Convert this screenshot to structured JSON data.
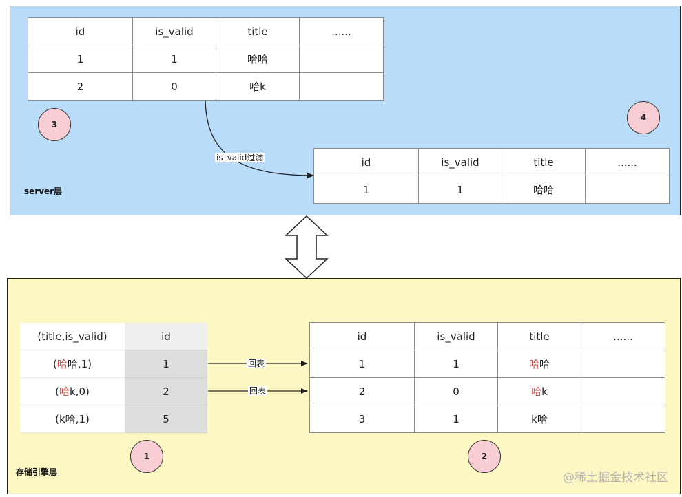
{
  "server_layer": {
    "label": "server层",
    "badge_top_left": "3",
    "badge_right": "4",
    "table_before": {
      "headers": [
        "id",
        "is_valid",
        "title",
        "......"
      ],
      "rows": [
        [
          "1",
          "1",
          "哈哈",
          ""
        ],
        [
          "2",
          "0",
          "哈k",
          ""
        ]
      ]
    },
    "filter_label": "is_valid过滤",
    "table_after": {
      "headers": [
        "id",
        "is_valid",
        "title",
        "......"
      ],
      "rows": [
        [
          "1",
          "1",
          "哈哈",
          ""
        ]
      ]
    }
  },
  "engine_layer": {
    "label": "存储引擎层",
    "badge_index": "1",
    "badge_table": "2",
    "index_table": {
      "headers": [
        "(title,is_valid)",
        "id"
      ],
      "rows": [
        {
          "pre": "(",
          "hl": "哈",
          "post": "哈,1)",
          "id": "1"
        },
        {
          "pre": "(",
          "hl": "哈",
          "post": "k,0)",
          "id": "2"
        },
        {
          "pre": "(k哈,1)",
          "hl": "",
          "post": "",
          "id": "5"
        }
      ]
    },
    "lookup_labels": [
      "回表",
      "回表"
    ],
    "data_table": {
      "headers": [
        "id",
        "is_valid",
        "title",
        "......"
      ],
      "rows": [
        {
          "id": "1",
          "is_valid": "1",
          "title_hl": "哈",
          "title_rest": "哈"
        },
        {
          "id": "2",
          "is_valid": "0",
          "title_hl": "哈",
          "title_rest": "k"
        },
        {
          "id": "3",
          "is_valid": "1",
          "title_hl": "",
          "title_rest": "k哈"
        }
      ]
    }
  },
  "colors": {
    "server_bg": "#b9dcfb",
    "engine_bg": "#fdf7c4",
    "badge_bg": "#f8cdd3",
    "highlight": "#d9534f"
  },
  "watermark": "@稀土掘金技术社区"
}
